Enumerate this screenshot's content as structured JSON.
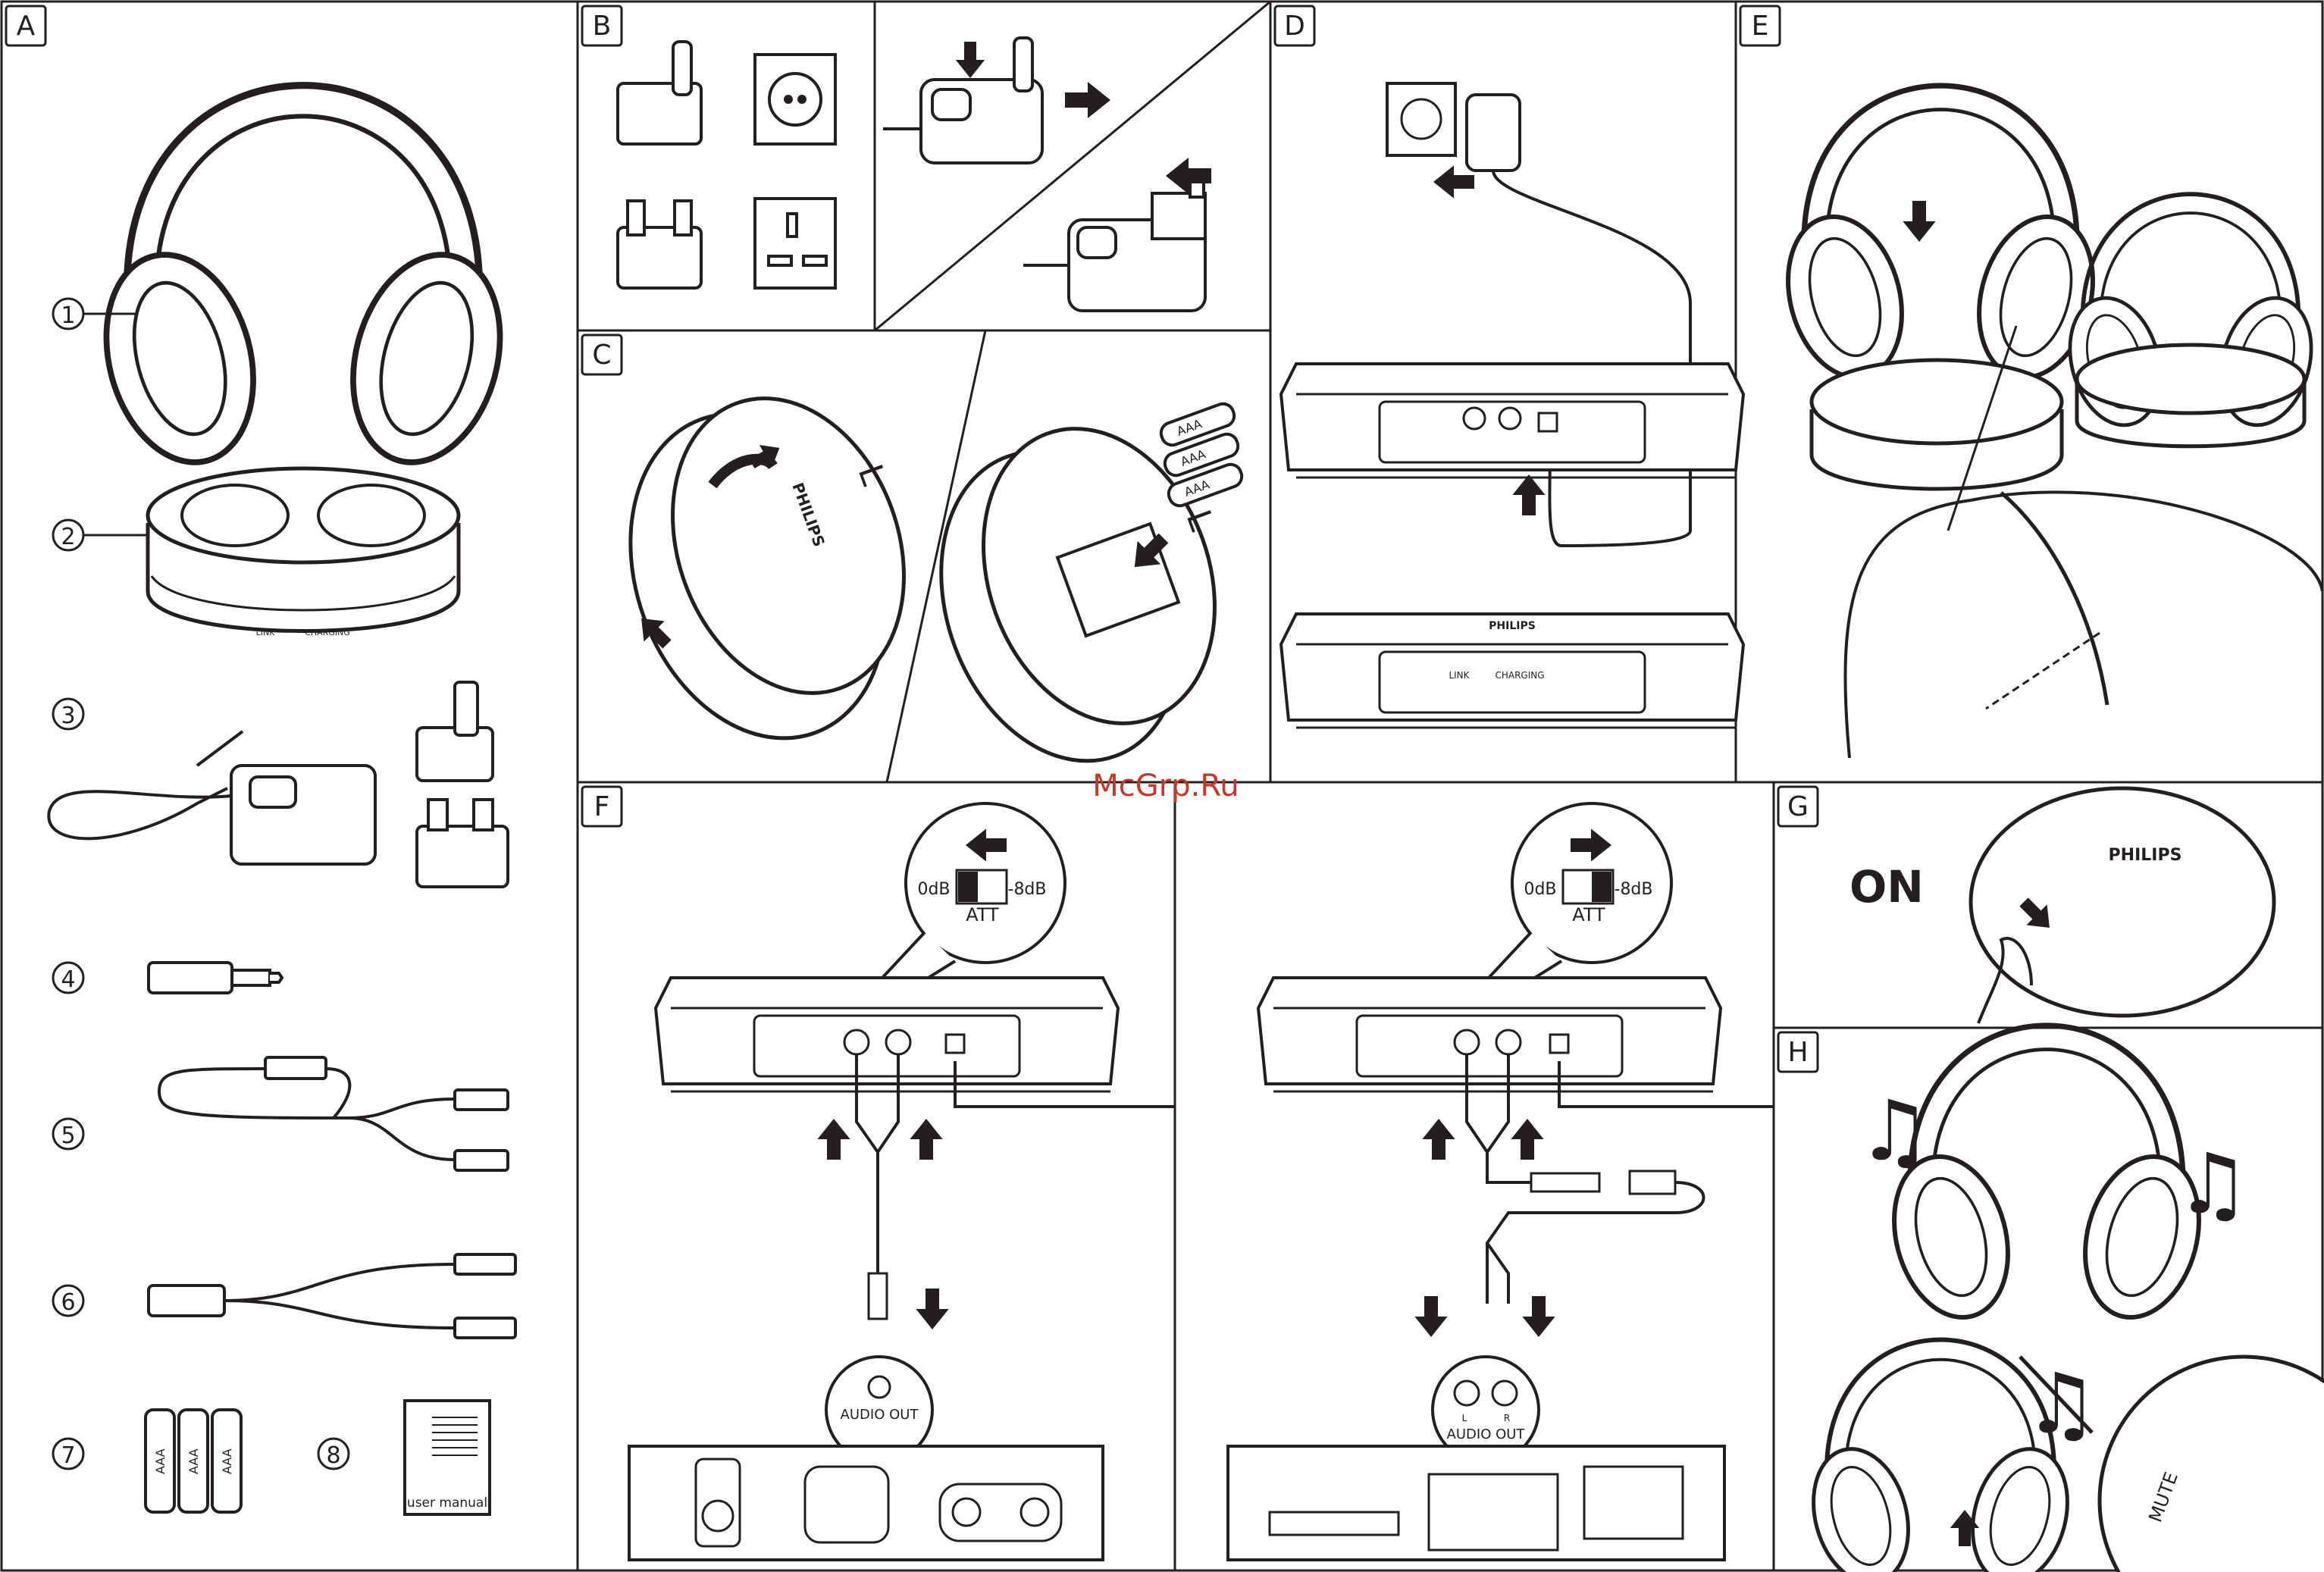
{
  "panels": {
    "A": "A",
    "B": "B",
    "C": "C",
    "D": "D",
    "E": "E",
    "F": "F",
    "G": "G",
    "H": "H"
  },
  "watermark": "McGrp.Ru",
  "items": [
    "1",
    "2",
    "3",
    "4",
    "5",
    "6",
    "7",
    "8"
  ],
  "brand": "PHILIPS",
  "base_labels": {
    "link": "LINK",
    "charging": "CHARGING"
  },
  "battery_label": "AAA",
  "manual_label": "user manual",
  "att": {
    "left": "0dB",
    "right": "-8dB",
    "label": "ATT"
  },
  "audio_out": "AUDIO OUT",
  "channels": {
    "l": "L",
    "r": "R"
  },
  "earcup_side": "L",
  "on_label": "ON",
  "mute_label": "MUTE",
  "colors": {
    "ink": "#231f20",
    "watermark": "#c0392b",
    "paper": "#ffffff"
  }
}
